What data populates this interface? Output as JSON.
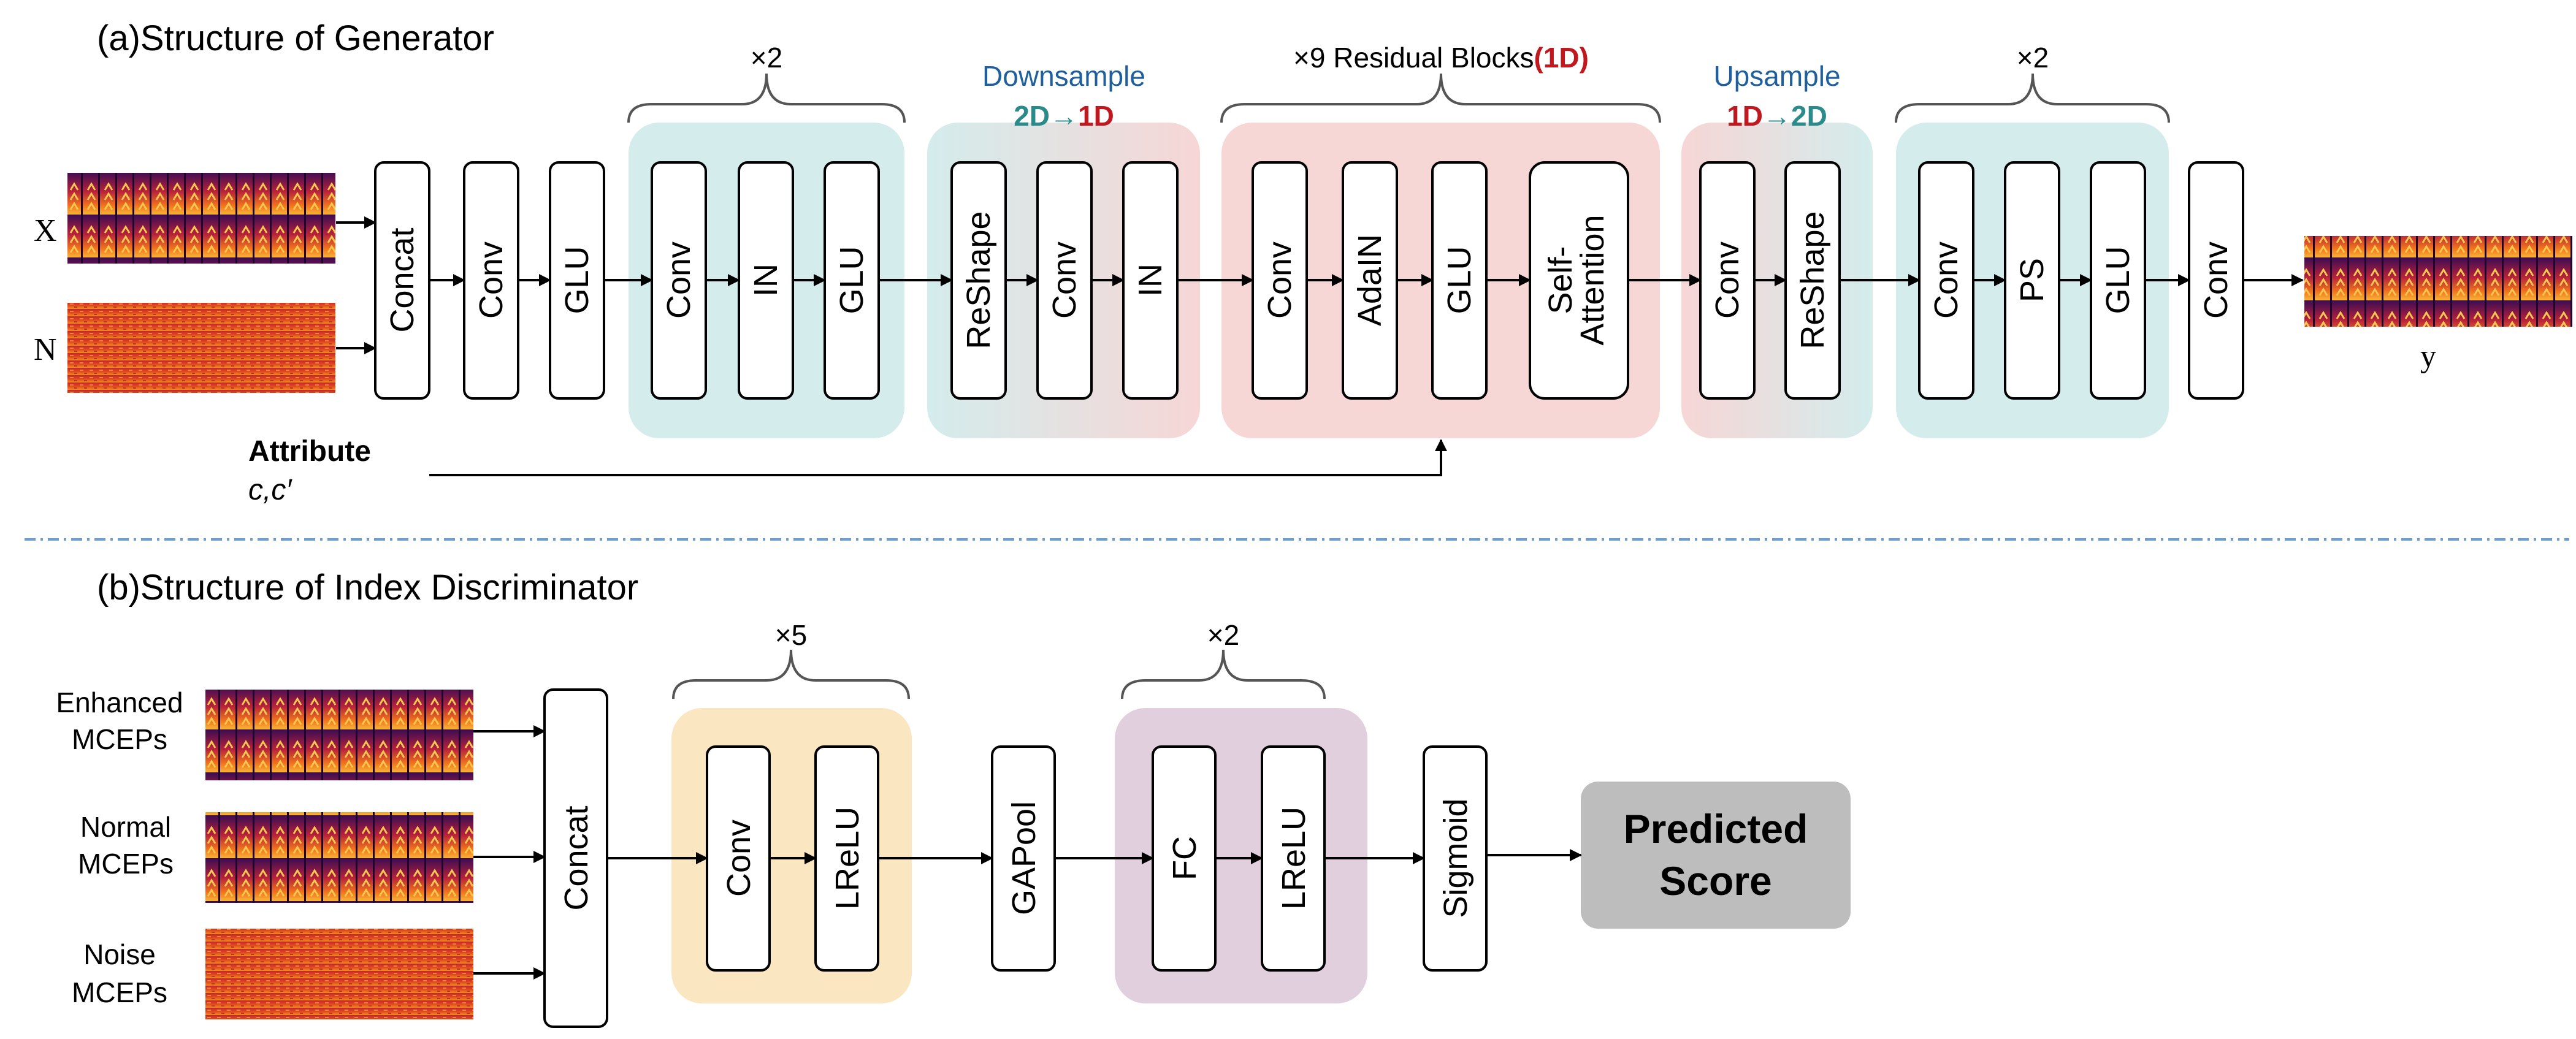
{
  "colors": {
    "cyan_group": "#d4ecec",
    "pink_group": "#f7d6d6",
    "yellow_group": "#fbe6c2",
    "purple_group": "#e1cfdd",
    "blue_text": "#1f5f9e",
    "teal_text": "#2b8a8a",
    "red_text": "#c0181e",
    "predicted_box": "#bdbdbd",
    "separator": "#6b9fd1"
  },
  "generator": {
    "title": "(a)Structure of Generator",
    "inputs": {
      "x": "X",
      "n": "N",
      "output": "y"
    },
    "attribute": {
      "label": "Attribute",
      "value": "c,c′"
    },
    "blocks": {
      "concat": "Concat",
      "conv1": "Conv",
      "glu1": "GLU",
      "g1_conv": "Conv",
      "g1_in": "IN",
      "g1_glu": "GLU",
      "ds_reshape": "ReShape",
      "ds_conv": "Conv",
      "ds_in": "IN",
      "res_conv": "Conv",
      "res_adain": "AdaIN",
      "res_glu": "GLU",
      "res_self": "Self-",
      "res_attention": "Attention",
      "us_conv": "Conv",
      "us_reshape": "ReShape",
      "g2_conv": "Conv",
      "g2_ps": "PS",
      "g2_glu": "GLU",
      "final_conv": "Conv"
    },
    "group_labels": {
      "g1_repeat": "×2",
      "downsample": "Downsample",
      "downsample_2d": "2D",
      "downsample_arrow": "→",
      "downsample_1d": "1D",
      "residual_repeat": "×9 Residual Blocks",
      "residual_1d": "(1D)",
      "upsample": "Upsample",
      "upsample_1d": "1D",
      "upsample_arrow": "→",
      "upsample_2d": "2D",
      "g2_repeat": "×2"
    }
  },
  "discriminator": {
    "title": "(b)Structure of Index Discriminator",
    "inputs": {
      "enhanced_1": "Enhanced",
      "enhanced_2": "MCEPs",
      "normal_1": "Normal",
      "normal_2": "MCEPs",
      "noise_1": "Noise",
      "noise_2": "MCEPs"
    },
    "blocks": {
      "concat": "Concat",
      "conv": "Conv",
      "lrelu1": "LReLU",
      "gapool": "GAPool",
      "fc": "FC",
      "lrelu2": "LReLU",
      "sigmoid": "Sigmoid",
      "predicted_1": "Predicted",
      "predicted_2": "Score"
    },
    "group_labels": {
      "conv_repeat": "×5",
      "fc_repeat": "×2"
    }
  }
}
